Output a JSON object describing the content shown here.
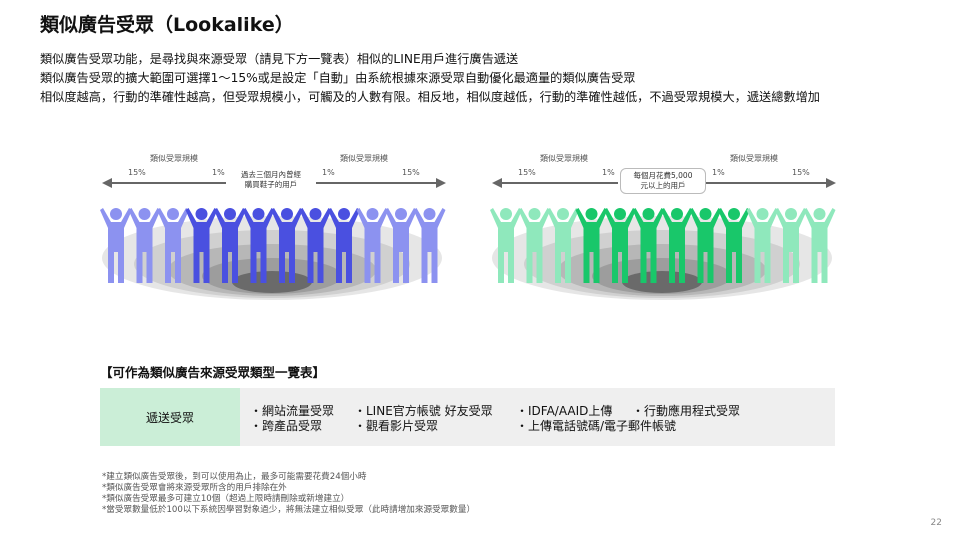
{
  "title": "類似廣告受眾（Lookalike）",
  "description": [
    "類似廣告受眾功能，是尋找與來源受眾（請見下方一覽表）相似的LINE用戶進行廣告遞送",
    "類似廣告受眾的擴大範圍可選擇1～15%或是設定「自動」由系統根據來源受眾自動優化最適量的類似廣告受眾",
    "相似度越高，行動的準確性越高，但受眾規模小，可觸及的人數有限。相反地，相似度越低，行動的準確性越低，不過受眾規模大，遞送總數增加"
  ],
  "figures": {
    "left": {
      "label_left": "類似受眾規模",
      "label_right": "類似受眾規模",
      "pct_outer_left": "15%",
      "pct_inner_left": "1%",
      "pct_inner_right": "1%",
      "pct_outer_right": "15%",
      "center_line1": "過去三個月內曾經",
      "center_line2": "購買鞋子的用戶",
      "color_dark": "#4a50e0",
      "color_light": "#8c92f0"
    },
    "right": {
      "label_left": "類似受眾規模",
      "label_right": "類似受眾規模",
      "pct_outer_left": "15%",
      "pct_inner_left": "1%",
      "pct_inner_right": "1%",
      "pct_outer_right": "15%",
      "center_line1": "每個月花費5,000",
      "center_line2": "元以上的用戶",
      "color_dark": "#19c76a",
      "color_light": "#8fe8bc"
    }
  },
  "source_list": {
    "title": "【可作為類似廣告來源受眾類型一覽表】",
    "head": "遞送受眾",
    "items": [
      "・網站流量受眾",
      "・跨產品受眾",
      "・LINE官方帳號 好友受眾",
      "・觀看影片受眾",
      "・IDFA/AAID上傳",
      "・上傳電話號碼/電子郵件帳號",
      "・行動應用程式受眾"
    ]
  },
  "notes": [
    "*建立類似廣告受眾後，到可以使用為止，最多可能需要花費24個小時",
    "*類似廣告受眾會將來源受眾所含的用戶排除在外",
    "*類似廣告受眾最多可建立10個（超過上限時請刪除或新增建立）",
    "*當受眾數量低於100以下系統因學習對象過少，將無法建立相似受眾（此時請增加來源受眾數量）"
  ],
  "page_number": "22"
}
